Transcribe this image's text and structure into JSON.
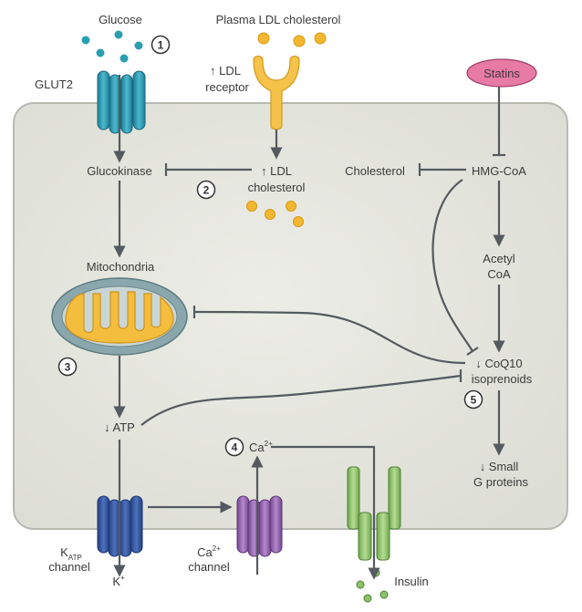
{
  "colors": {
    "cell_fill": "#e3e4dc",
    "cell_stroke": "#b8b9b2",
    "arrow": "#555a60",
    "glucose_dot": "#2a9fb0",
    "ldl_dot": "#f2b630",
    "glut2": "#2b8ea8",
    "ldl_receptor": "#f5c24a",
    "statins": "#e87aa6",
    "mito_outer": "#8aa7ad",
    "mito_inner": "#f4bd3e",
    "katp_channel": "#2e4f95",
    "ca_channel": "#8a5aa5",
    "insulin_granules": "#8ec26a"
  },
  "labels": {
    "glucose": "Glucose",
    "plasma_ldl": "Plasma LDL cholesterol",
    "glut2": "GLUT2",
    "ldl_receptor_line1": "↑ LDL",
    "ldl_receptor_line2": "receptor",
    "statins": "Statins",
    "glucokinase": "Glucokinase",
    "ldl_chol_line1": "↑ LDL",
    "ldl_chol_line2": "cholesterol",
    "cholesterol": "Cholesterol",
    "hmg_coa": "HMG-CoA",
    "mitochondria": "Mitochondria",
    "acetyl_line1": "Acetyl",
    "acetyl_line2": "CoA",
    "coq10_line1": "↓ CoQ10",
    "coq10_line2": "isoprenoids",
    "atp": "↓ ATP",
    "ca_label": "Ca",
    "ca_sup": "2+",
    "small_g_line1": "↓ Small",
    "small_g_line2": "G proteins",
    "katp_k": "K",
    "katp_sub": "ATP",
    "katp_line2": "channel",
    "k_ion": "K",
    "k_sup": "+",
    "ca_channel_ca": "Ca",
    "ca_channel_sup": "2+",
    "ca_channel_line2": "channel",
    "insulin": "Insulin"
  },
  "steps": [
    "1",
    "2",
    "3",
    "4",
    "5"
  ]
}
